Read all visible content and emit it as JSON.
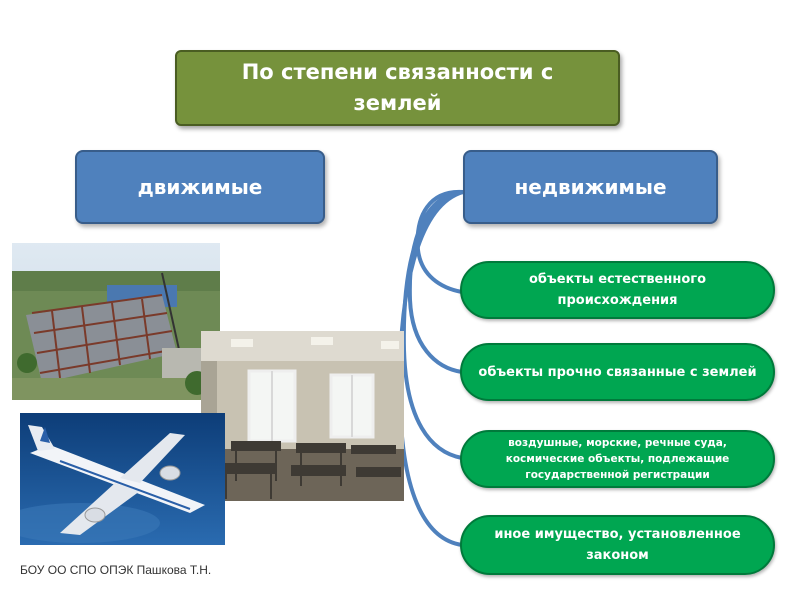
{
  "title": "По степени связанности с землей",
  "categories": {
    "movable": "движимые",
    "immovable": "недвижимые"
  },
  "immovable_items": [
    "объекты естественного происхождения",
    "объекты прочно связанные с землей",
    "воздушные, морские, речные суда, космические объекты, подлежащие государственной регистрации",
    "иное имущество, установленное законом"
  ],
  "footer": "БОУ ОО СПО ОПЭК Пашкова Т.Н.",
  "colors": {
    "title_fill": "#76923c",
    "category_fill": "#4f81bd",
    "item_fill": "#00a651",
    "connector": "#4f81bd"
  },
  "images": [
    "construction-site-photo",
    "classroom-photo",
    "airplane-photo"
  ]
}
